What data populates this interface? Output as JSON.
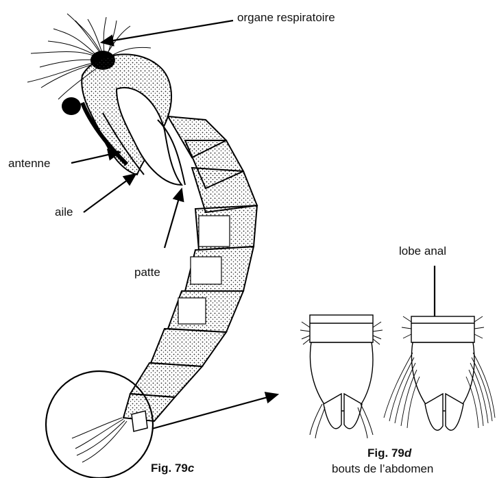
{
  "labels": {
    "respiratory_organ": "organe respiratoire",
    "antenna": "antenne",
    "wing": "aile",
    "leg": "patte",
    "anal_lobe": "lobe anal"
  },
  "figures": {
    "c": {
      "prefix": "Fig. 79",
      "letter": "c"
    },
    "d": {
      "prefix": "Fig. 79",
      "letter": "d",
      "caption": "bouts de l’abdomen"
    }
  }
}
